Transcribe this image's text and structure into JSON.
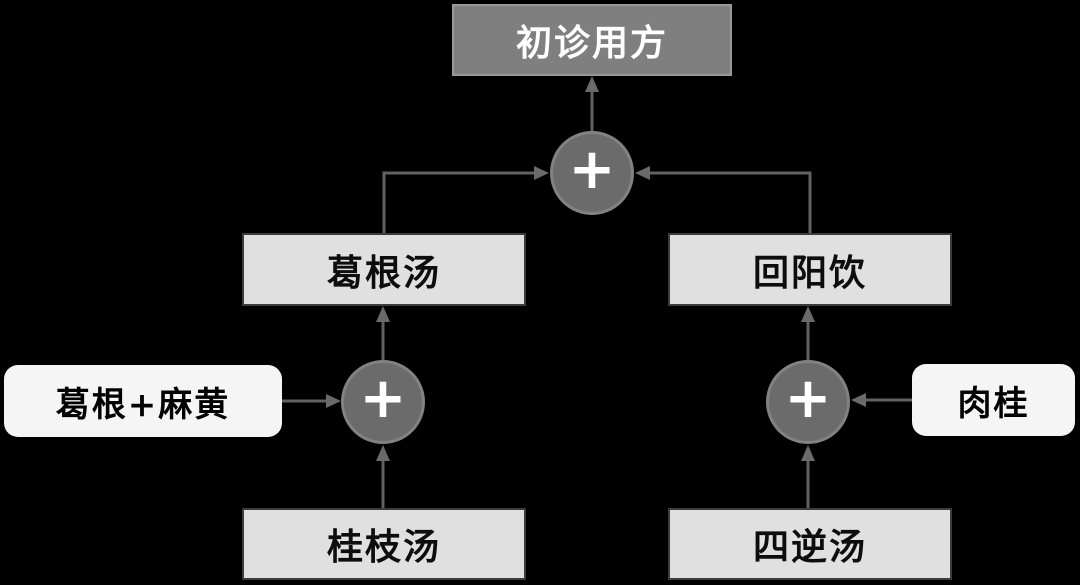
{
  "diagram": {
    "title": "prescription-composition-flowchart",
    "background": "#000000",
    "colors": {
      "result_box_fill": "#7f7f7f",
      "result_box_border": "#989898",
      "result_text": "#ffffff",
      "formula_box_fill": "#e0e0e0",
      "formula_box_border": "#3c3c3c",
      "formula_text": "#0d0d0d",
      "herb_box_fill": "#f5f5f5",
      "herb_text": "#000000",
      "sum_circle_fill": "#6b6b6b",
      "sum_circle_border": "#828282",
      "plus_sign": "#ffffff",
      "connector_line": "#616161",
      "arrowhead": "#6a6a6a"
    },
    "nodes": {
      "result": {
        "label": "初诊用方"
      },
      "gegen_tang": {
        "label": "葛根汤"
      },
      "huiyang_yin": {
        "label": "回阳饮"
      },
      "gegen_mahuang": {
        "label": "葛根+麻黄"
      },
      "rougui": {
        "label": "肉桂"
      },
      "guizhi_tang": {
        "label": "桂枝汤"
      },
      "sini_tang": {
        "label": "四逆汤"
      }
    },
    "operators": {
      "plus": "+"
    },
    "edges": [
      {
        "from": "guizhi_tang",
        "to": "sum_left"
      },
      {
        "from": "gegen_mahuang",
        "to": "sum_left"
      },
      {
        "from": "sum_left",
        "to": "gegen_tang"
      },
      {
        "from": "sini_tang",
        "to": "sum_right"
      },
      {
        "from": "rougui",
        "to": "sum_right"
      },
      {
        "from": "sum_right",
        "to": "huiyang_yin"
      },
      {
        "from": "gegen_tang",
        "to": "sum_center"
      },
      {
        "from": "huiyang_yin",
        "to": "sum_center"
      },
      {
        "from": "sum_center",
        "to": "result"
      }
    ]
  }
}
